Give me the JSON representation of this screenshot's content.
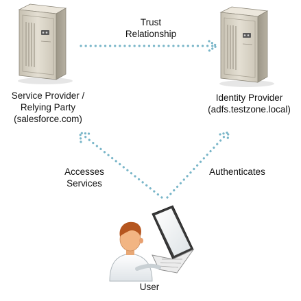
{
  "nodes": {
    "service_provider": {
      "icon": "server-icon",
      "lines": [
        "Service Provider /",
        "Relying Party",
        "(salesforce.com)"
      ]
    },
    "identity_provider": {
      "icon": "server-icon",
      "lines": [
        "Identity Provider",
        "(adfs.testzone.local)"
      ]
    },
    "user": {
      "icon": "user-laptop-icon",
      "label": "User"
    }
  },
  "edges": {
    "trust": {
      "lines": [
        "Trust",
        "Relationship"
      ]
    },
    "accesses": {
      "lines": [
        "Accesses",
        "Services"
      ]
    },
    "authenticates": {
      "label": "Authenticates"
    }
  },
  "colors": {
    "arrow": "#78b5c8",
    "server_front": "#d8d2c4",
    "server_side": "#a9a394",
    "server_top": "#ece7dc",
    "text": "#111111"
  }
}
